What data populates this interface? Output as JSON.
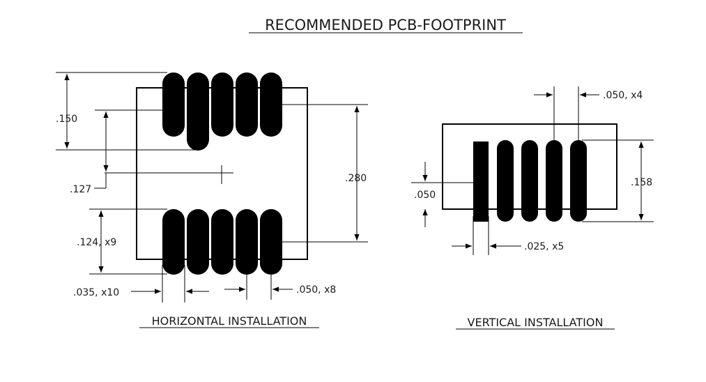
{
  "title": "RECOMMENDED PCB-FOOTPRINT",
  "horizontal": {
    "label": "HORIZONTAL INSTALLATION",
    "dims": {
      "pad_length": ".150",
      "pad_offset": ".127",
      "row_spacing": ".280",
      "pad_width_x9": ".124, x9",
      "pitch_x10": ".035, x10",
      "pitch_x8": ".050, x8"
    }
  },
  "vertical": {
    "label": "VERTICAL INSTALLATION",
    "dims": {
      "pitch_x4": ".050, x4",
      "pad_offset": ".050",
      "pad_length": ".158",
      "pad_width_x5": ".025, x5"
    }
  }
}
